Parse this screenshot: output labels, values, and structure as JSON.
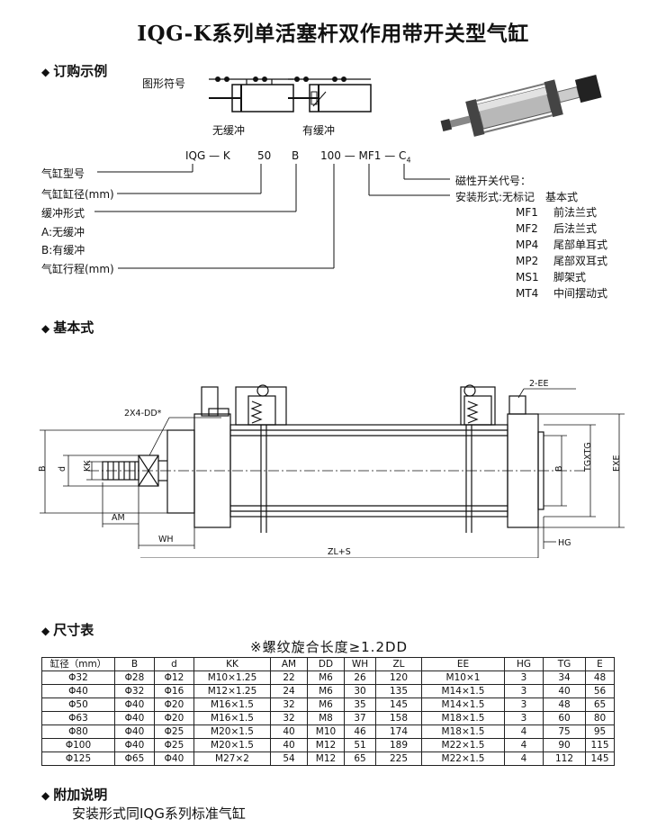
{
  "title": "IQG-K系列单活塞杆双作用带开关型气缸",
  "sections": {
    "order": "订购示例",
    "basic": "基本式",
    "dims": "尺寸表",
    "additional": "附加说明"
  },
  "symbol": {
    "label": "图形符号",
    "no_cushion": "无缓冲",
    "cushion": "有缓冲"
  },
  "order_code": {
    "model": "IQG — K",
    "bore": "50",
    "cushion": "B",
    "stroke_mount": "100 — MF1 — C",
    "switch_subscript": "4"
  },
  "left_labels": [
    "气缸型号",
    "气缸缸径(mm)",
    "缓冲形式",
    "A:无缓冲",
    "B:有缓冲",
    "气缸行程(mm)"
  ],
  "right_labels": {
    "switch": "磁性开关代号：",
    "mount": "安装形式:无标记",
    "mount_basic": "基本式",
    "mounts": [
      {
        "code": "MF1",
        "name": "前法兰式"
      },
      {
        "code": "MF2",
        "name": "后法兰式"
      },
      {
        "code": "MP4",
        "name": "尾部单耳式"
      },
      {
        "code": "MP2",
        "name": "尾部双耳式"
      },
      {
        "code": "MS1",
        "name": "脚架式"
      },
      {
        "code": "MT4",
        "name": "中间摆动式"
      }
    ]
  },
  "drawing": {
    "dd": "2X4-DD*",
    "ee": "2-EE",
    "b_left": "B",
    "d": "d",
    "kk": "KK",
    "am": "AM",
    "wh": "WH",
    "zl": "ZL+S",
    "hg": "HG",
    "b_right": "B",
    "tg": "TGXTG",
    "exe": "EXE"
  },
  "dims_note": "※螺纹旋合长度≥1.2DD",
  "table": {
    "headers": [
      "缸径（mm）",
      "B",
      "d",
      "KK",
      "AM",
      "DD",
      "WH",
      "ZL",
      "EE",
      "HG",
      "TG",
      "E"
    ],
    "rows": [
      [
        "Φ32",
        "Φ28",
        "Φ12",
        "M10×1.25",
        "22",
        "M6",
        "26",
        "120",
        "M10×1",
        "3",
        "34",
        "48"
      ],
      [
        "Φ40",
        "Φ32",
        "Φ16",
        "M12×1.25",
        "24",
        "M6",
        "30",
        "135",
        "M14×1.5",
        "3",
        "40",
        "56"
      ],
      [
        "Φ50",
        "Φ40",
        "Φ20",
        "M16×1.5",
        "32",
        "M6",
        "35",
        "145",
        "M14×1.5",
        "3",
        "48",
        "65"
      ],
      [
        "Φ63",
        "Φ40",
        "Φ20",
        "M16×1.5",
        "32",
        "M8",
        "37",
        "158",
        "M18×1.5",
        "3",
        "60",
        "80"
      ],
      [
        "Φ80",
        "Φ40",
        "Φ25",
        "M20×1.5",
        "40",
        "M10",
        "46",
        "174",
        "M18×1.5",
        "4",
        "75",
        "95"
      ],
      [
        "Φ100",
        "Φ40",
        "Φ25",
        "M20×1.5",
        "40",
        "M12",
        "51",
        "189",
        "M22×1.5",
        "4",
        "90",
        "115"
      ],
      [
        "Φ125",
        "Φ65",
        "Φ40",
        "M27×2",
        "54",
        "M12",
        "65",
        "225",
        "M22×1.5",
        "4",
        "112",
        "145"
      ]
    ]
  },
  "footer": "安装形式同IQG系列标准气缸"
}
